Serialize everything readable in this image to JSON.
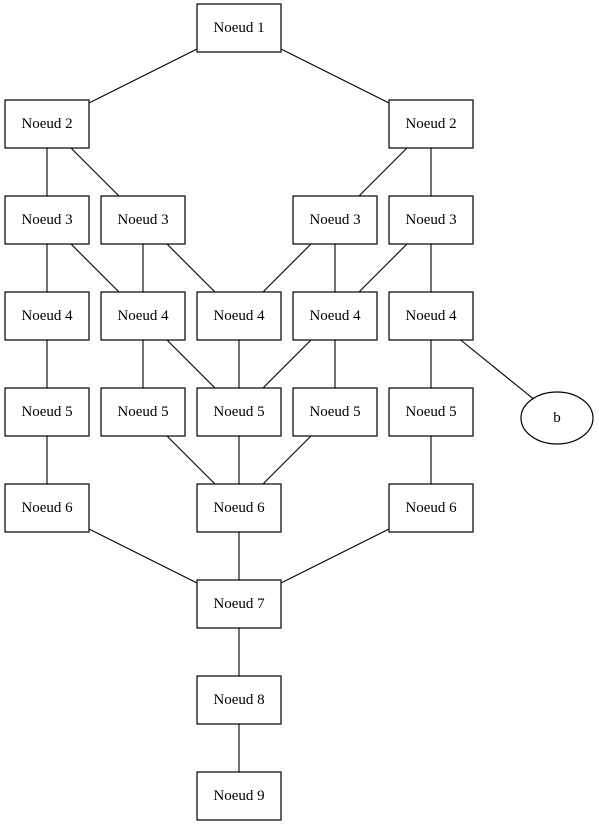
{
  "nodes": [
    {
      "id": "n1",
      "label": "Noeud 1"
    },
    {
      "id": "n2a",
      "label": "Noeud 2"
    },
    {
      "id": "n2b",
      "label": "Noeud 2"
    },
    {
      "id": "n3a",
      "label": "Noeud 3"
    },
    {
      "id": "n3b",
      "label": "Noeud 3"
    },
    {
      "id": "n3c",
      "label": "Noeud 3"
    },
    {
      "id": "n3d",
      "label": "Noeud 3"
    },
    {
      "id": "n4a",
      "label": "Noeud 4"
    },
    {
      "id": "n4b",
      "label": "Noeud 4"
    },
    {
      "id": "n4c",
      "label": "Noeud 4"
    },
    {
      "id": "n4d",
      "label": "Noeud 4"
    },
    {
      "id": "n4e",
      "label": "Noeud 4"
    },
    {
      "id": "n5a",
      "label": "Noeud 5"
    },
    {
      "id": "n5b",
      "label": "Noeud 5"
    },
    {
      "id": "n5c",
      "label": "Noeud 5"
    },
    {
      "id": "n5d",
      "label": "Noeud 5"
    },
    {
      "id": "n5e",
      "label": "Noeud 5"
    },
    {
      "id": "b",
      "label": "b"
    },
    {
      "id": "n6a",
      "label": "Noeud 6"
    },
    {
      "id": "n6b",
      "label": "Noeud 6"
    },
    {
      "id": "n6c",
      "label": "Noeud 6"
    },
    {
      "id": "n7",
      "label": "Noeud 7"
    },
    {
      "id": "n8",
      "label": "Noeud 8"
    },
    {
      "id": "n9",
      "label": "Noeud 9"
    }
  ],
  "edges": [
    [
      "n1",
      "n2a"
    ],
    [
      "n1",
      "n2b"
    ],
    [
      "n2a",
      "n3a"
    ],
    [
      "n2a",
      "n3b"
    ],
    [
      "n2b",
      "n3c"
    ],
    [
      "n2b",
      "n3d"
    ],
    [
      "n3a",
      "n4a"
    ],
    [
      "n3a",
      "n4b"
    ],
    [
      "n3b",
      "n4b"
    ],
    [
      "n3b",
      "n4c"
    ],
    [
      "n3c",
      "n4c"
    ],
    [
      "n3c",
      "n4d"
    ],
    [
      "n3d",
      "n4d"
    ],
    [
      "n3d",
      "n4e"
    ],
    [
      "n4a",
      "n5a"
    ],
    [
      "n4b",
      "n5b"
    ],
    [
      "n4b",
      "n5c"
    ],
    [
      "n4c",
      "n5c"
    ],
    [
      "n4d",
      "n5c"
    ],
    [
      "n4d",
      "n5d"
    ],
    [
      "n4e",
      "n5e"
    ],
    [
      "n4e",
      "b"
    ],
    [
      "n5a",
      "n6a"
    ],
    [
      "n5b",
      "n6b"
    ],
    [
      "n5c",
      "n6b"
    ],
    [
      "n5d",
      "n6b"
    ],
    [
      "n5e",
      "n6c"
    ],
    [
      "n6a",
      "n7"
    ],
    [
      "n6b",
      "n7"
    ],
    [
      "n6c",
      "n7"
    ],
    [
      "n7",
      "n8"
    ],
    [
      "n8",
      "n9"
    ]
  ]
}
